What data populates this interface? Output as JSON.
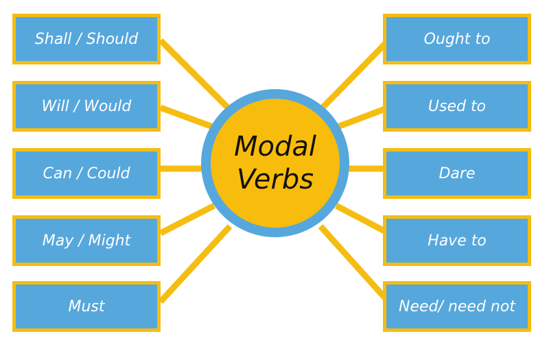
{
  "center": {
    "line1": "Modal",
    "line2": "Verbs"
  },
  "left_items": [
    "Shall / Should",
    "Will / Would",
    "Can / Could",
    "May / Might",
    "Must"
  ],
  "right_items": [
    "Ought to",
    "Used to",
    "Dare",
    "Have to",
    "Need/ need not"
  ],
  "colors": {
    "box_fill": "#56a7dc",
    "box_border": "#f5bd12",
    "connector": "#f5bd12",
    "hub_ring": "#56a7dc",
    "hub_core": "#f8bc0c",
    "box_text": "#ffffff",
    "hub_text": "#111111"
  }
}
